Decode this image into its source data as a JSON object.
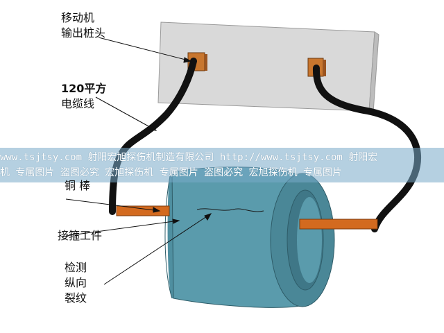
{
  "labels": {
    "output_terminal_line1": "移动机",
    "output_terminal_line2": "输出桩头",
    "cable_line1": "120平方",
    "cable_line2": "电缆线",
    "copper_rod": "铜 棒",
    "ring_workpiece": "接箍工件",
    "detect_line1": "检测",
    "detect_line2": "纵向",
    "detect_line3": "裂纹"
  },
  "watermark": {
    "line1": "www.tsjtsy.com 射阳宏旭探伤机制造有限公司  http://www.tsjtsy.com 射阳宏",
    "line2": "机 专属图片 盗图必究  宏旭探伤机 专属图片 盗图必究  宏旭探伤机 专属图片"
  },
  "colors": {
    "panel": "#d9d9d9",
    "terminal": "#c8762e",
    "cable": "#111111",
    "rod": "#d36a1f",
    "cylinder": "#4f8fa0",
    "cylinder_dark": "#3f7787"
  }
}
